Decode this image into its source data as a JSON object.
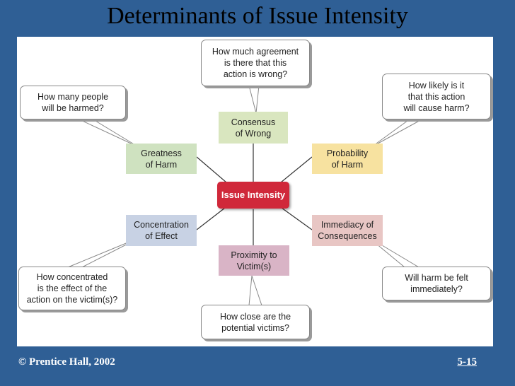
{
  "title": "Determinants of Issue Intensity",
  "center": {
    "label": "Issue Intensity",
    "color": "#d0283a"
  },
  "factors": {
    "consensus": {
      "label": "Consensus\nof Wrong",
      "color": "#d9e6bf"
    },
    "greatness": {
      "label": "Greatness\nof Harm",
      "color": "#cfe2c0"
    },
    "probability": {
      "label": "Probability\nof Harm",
      "color": "#f7e2a0"
    },
    "concentration": {
      "label": "Concentration\nof Effect",
      "color": "#c8d2e4"
    },
    "immediacy": {
      "label": "Immediacy of\nConsequences",
      "color": "#e8c6c4"
    },
    "proximity": {
      "label": "Proximity to\nVictim(s)",
      "color": "#d9b4c6"
    }
  },
  "questions": {
    "consensus": "How much agreement\nis there that this\naction is wrong?",
    "greatness": "How many people\nwill be harmed?",
    "probability": "How likely is it\nthat this action\nwill cause harm?",
    "concentration": "How concentrated\nis the effect of the\naction on the victim(s)?",
    "immediacy": "Will harm be felt\nimmediately?",
    "proximity": "How close are the\npotential victims?"
  },
  "footer": {
    "copyright": "© Prentice Hall, 2002",
    "slide_number": "5-15"
  }
}
